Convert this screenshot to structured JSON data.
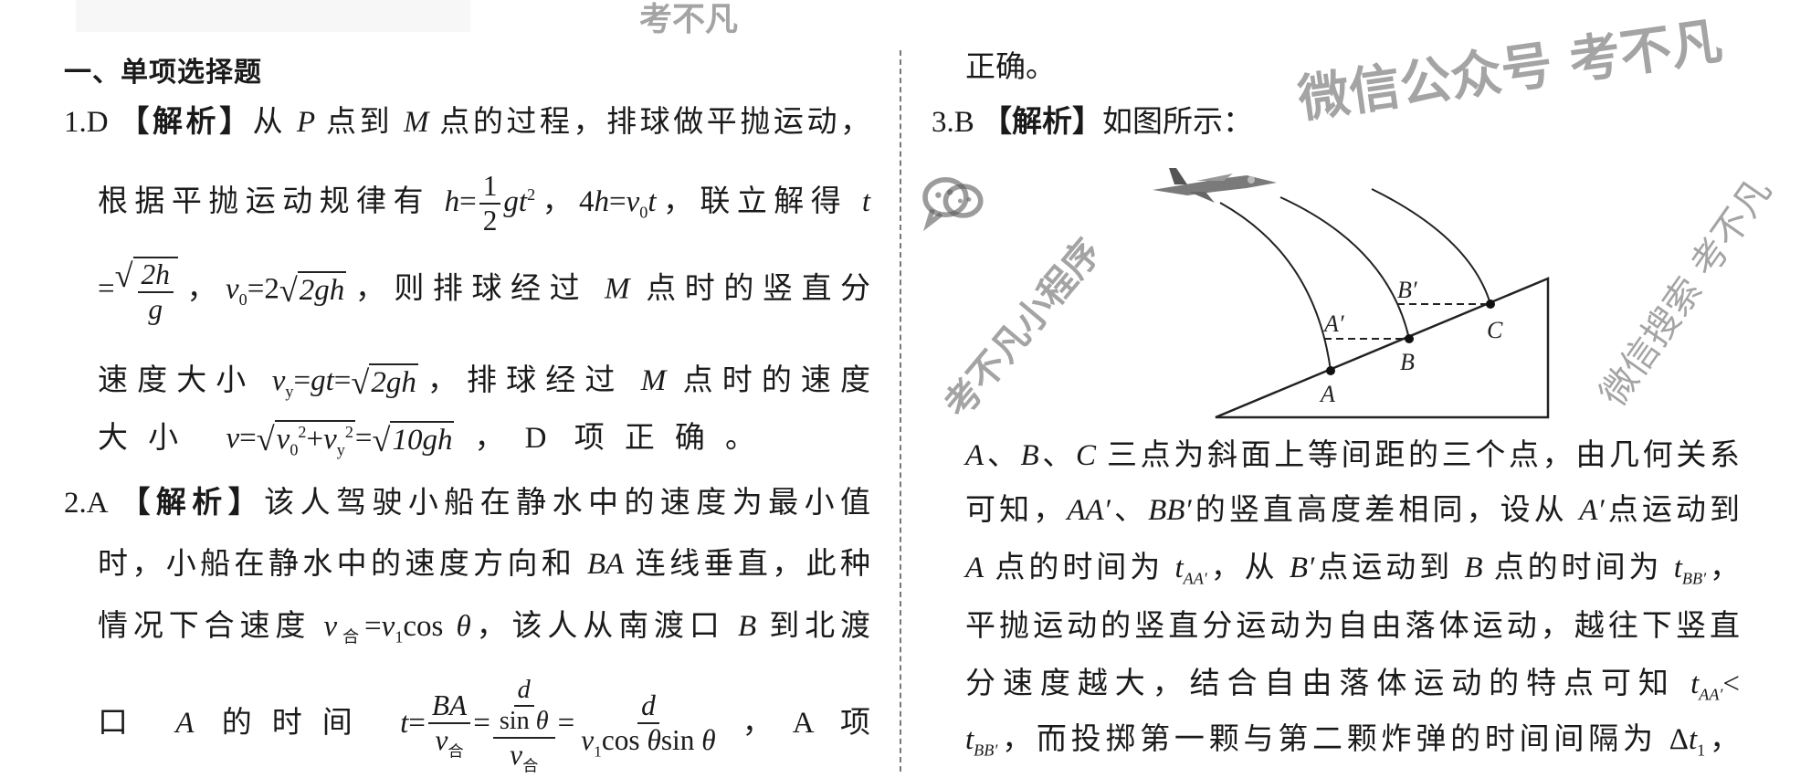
{
  "heading": "一、单项选择题",
  "q1": {
    "l1": [
      "1.D",
      "【解析】",
      "从 ",
      "P",
      " 点到 ",
      "M",
      " 点的过程，排球做平抛运动，"
    ],
    "l2": [
      "根据平抛运动规律有 ",
      "h",
      "=",
      "1",
      "2",
      "gt",
      "2",
      "，4",
      "h",
      "=",
      "v",
      "0",
      "t",
      "，联立解得 ",
      "t"
    ],
    "l3": [
      "=",
      "2h",
      "g",
      "，",
      "v",
      "0",
      "=2",
      "2gh",
      "，则排球经过 ",
      "M",
      " 点时的竖直分"
    ],
    "l4": [
      "速度大小 ",
      "v",
      "y",
      "=",
      "gt",
      "=",
      "2gh",
      "，排球经过 ",
      "M",
      " 点时的速度"
    ],
    "l5": [
      "大小 ",
      "v",
      "=",
      "v",
      "0",
      "2",
      "+",
      "v",
      "y",
      "2",
      "=",
      "10gh",
      "，D 项正确。"
    ]
  },
  "q2": {
    "l1": [
      "2.A",
      "【解析】",
      "该人驾驶小船在静水中的速度为最小值"
    ],
    "l2": [
      "时，小船在静水中的速度方向和 ",
      "BA",
      " 连线垂直，此种"
    ],
    "l3": [
      "情况下合速度 ",
      "v",
      "合",
      "=",
      "v",
      "1",
      "cos ",
      "θ",
      "，该人从南渡口 ",
      "B",
      " 到北渡"
    ],
    "l4": [
      "口 ",
      "A",
      " 的时间 ",
      "t",
      "=",
      "BA",
      "v",
      "合",
      "=",
      "d",
      "sin ",
      "θ",
      "v",
      "合",
      "=",
      "d",
      "v",
      "1",
      "cos ",
      "θ",
      "sin ",
      "θ",
      "，A 项"
    ]
  },
  "r": {
    "l0": "正确。",
    "l1": [
      "3.B",
      "【解析】",
      "如图所示："
    ],
    "diagram": {
      "A": "A",
      "B": "B",
      "C": "C",
      "A1": "A′",
      "B1": "B′"
    },
    "l2": [
      "A",
      "、",
      "B",
      "、",
      "C",
      " 三点为斜面上等间距的三个点，由几何关系"
    ],
    "l3": [
      "可知，",
      "AA′",
      "、",
      "BB′",
      "的竖直高度差相同，设从 ",
      "A′",
      "点运动到"
    ],
    "l4": [
      "A",
      " 点的时间为 ",
      "t",
      "AA′",
      "，从 ",
      "B′",
      "点运动到 ",
      "B",
      " 点的时间为 ",
      "t",
      "BB′",
      "，"
    ],
    "l5": [
      "平抛运动的竖直分运动为自由落体运动，越往下竖直"
    ],
    "l6": [
      "分速度越大，结合自由落体运动的特点可知 ",
      "t",
      "AA′",
      "<"
    ],
    "l7": [
      "t",
      "BB′",
      "，而投掷第一颗与第二颗炸弹的时间间隔为 ",
      "Δ",
      "t",
      "1",
      "，"
    ]
  },
  "watermarks": [
    "考不凡",
    "微信搜索 考不凡",
    "考不凡小程序",
    "微信公众号 考不凡"
  ],
  "colors": {
    "text": "#1a1a1a",
    "watermark": "#5a5a5a"
  }
}
